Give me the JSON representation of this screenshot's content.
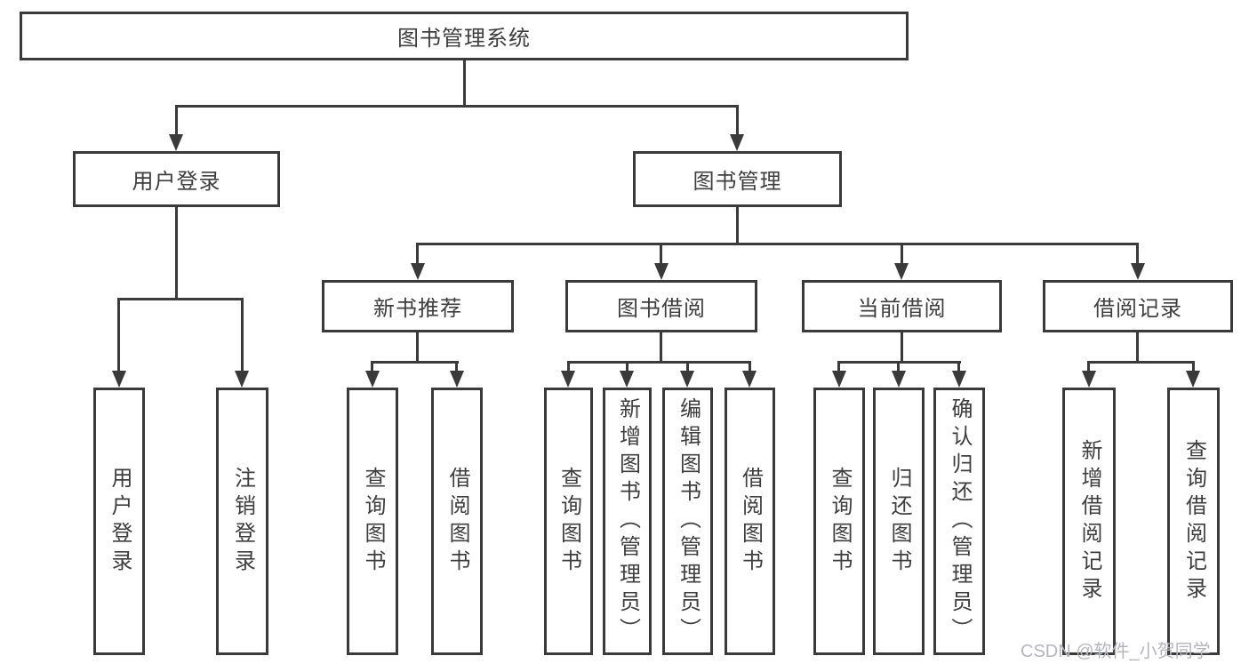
{
  "tree": {
    "root": "图书管理系统",
    "level2": [
      "用户登录",
      "图书管理"
    ],
    "level3": [
      "新书推荐",
      "图书借阅",
      "当前借阅",
      "借阅记录"
    ],
    "leaves": {
      "login": [
        "用户登录",
        "注销登录"
      ],
      "newbook": [
        "查询图书",
        "借阅图书"
      ],
      "borrow": [
        "查询图书",
        "新增图书（管理员）",
        "编辑图书（管理员）",
        "借阅图书"
      ],
      "current": [
        "查询图书",
        "归还图书",
        "确认归还（管理员）"
      ],
      "records": [
        "新增借阅记录",
        "查询借阅记录"
      ]
    }
  },
  "watermark": "CSDN @软件_小贺同学",
  "colors": {
    "line": "#3a3a3a",
    "text": "#3e3e3e",
    "background": "#ffffff",
    "watermark": "#b5b5bc"
  }
}
